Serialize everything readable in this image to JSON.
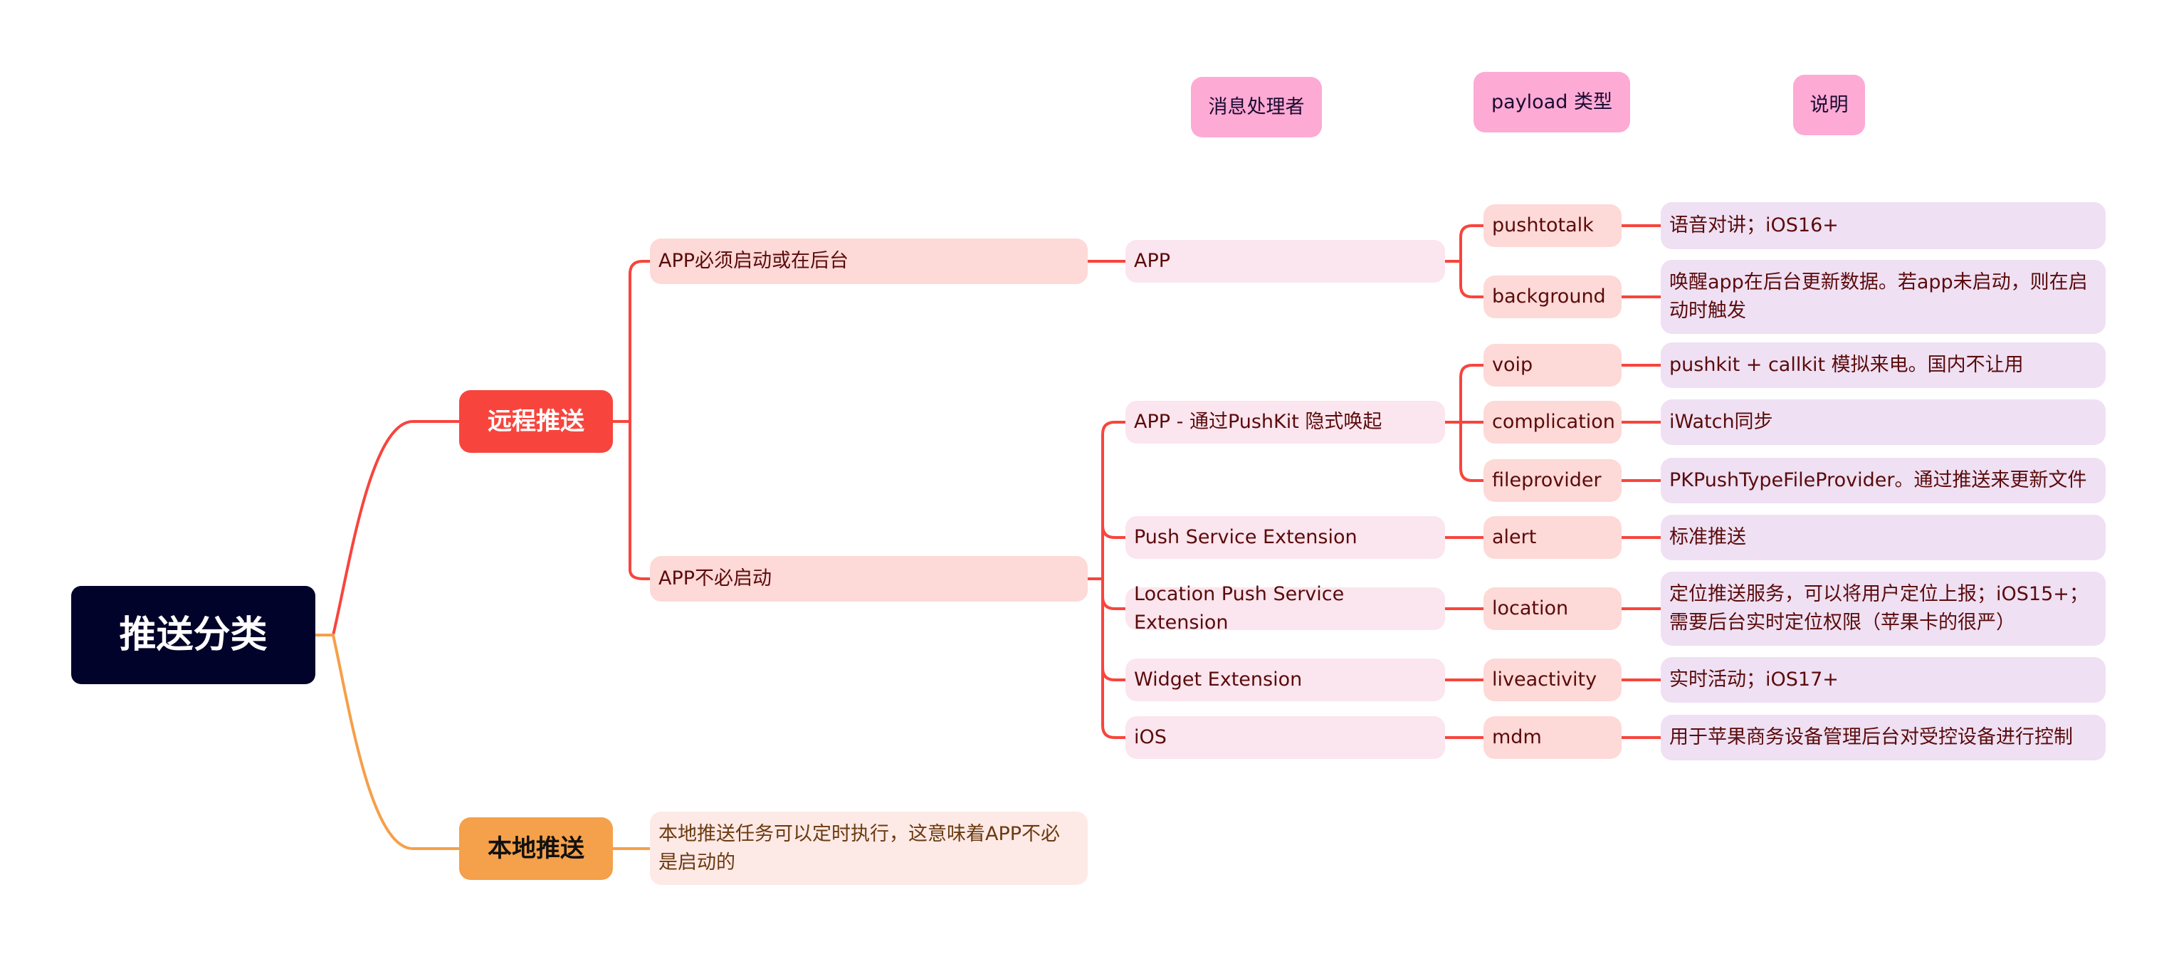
{
  "headers": {
    "handler": "消息处理者",
    "payload_type": "payload 类型",
    "description": "说明"
  },
  "root": {
    "label": "推送分类"
  },
  "branches": {
    "remote": {
      "label": "远程推送",
      "color": "#f7453d"
    },
    "local": {
      "label": "本地推送",
      "color": "#f5a04a"
    }
  },
  "remote": {
    "must_run": {
      "label": "APP必须启动或在后台",
      "handler": "APP",
      "payloads": [
        {
          "type": "pushtotalk",
          "desc": "语音对讲；iOS16+"
        },
        {
          "type": "background",
          "desc": "唤醒app在后台更新数据。若app未启动，则在启动时触发"
        }
      ]
    },
    "not_required": {
      "label": "APP不必启动",
      "handlers": [
        {
          "label": "APP - 通过PushKit 隐式唤起",
          "payloads": [
            {
              "type": "voip",
              "desc": "pushkit + callkit 模拟来电。国内不让用"
            },
            {
              "type": "complication",
              "desc": "iWatch同步"
            },
            {
              "type": "fileprovider",
              "desc": "PKPushTypeFileProvider。通过推送来更新文件"
            }
          ]
        },
        {
          "label": "Push Service Extension",
          "payloads": [
            {
              "type": "alert",
              "desc": "标准推送"
            }
          ]
        },
        {
          "label": "Location Push Service Extension",
          "payloads": [
            {
              "type": "location",
              "desc": "定位推送服务，可以将用户定位上报；iOS15+；需要后台实时定位权限（苹果卡的很严）"
            }
          ]
        },
        {
          "label": "Widget Extension",
          "payloads": [
            {
              "type": "liveactivity",
              "desc": "实时活动；iOS17+"
            }
          ]
        },
        {
          "label": "iOS",
          "payloads": [
            {
              "type": "mdm",
              "desc": "用于苹果商务设备管理后台对受控设备进行控制"
            }
          ]
        }
      ]
    }
  },
  "local": {
    "desc": "本地推送任务可以定时执行，这意味着APP不必是启动的"
  }
}
